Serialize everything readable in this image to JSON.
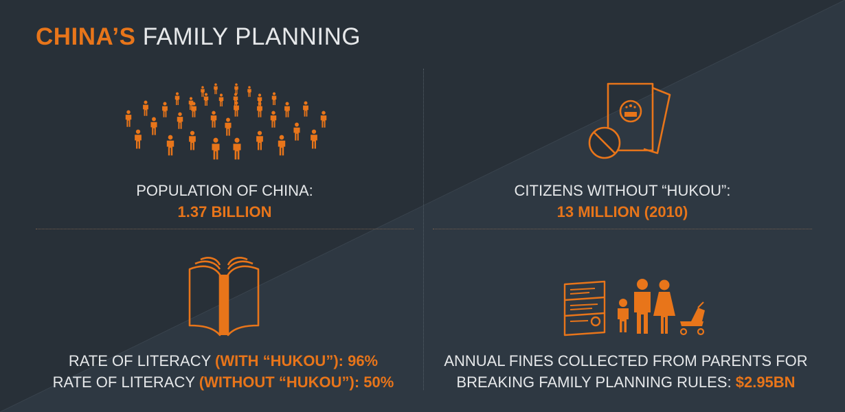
{
  "header": {
    "title_accent": "CHINA’S",
    "title_rest": "FAMILY PLANNING"
  },
  "colors": {
    "accent": "#e8751a",
    "background": "#283038",
    "text": "#e6e8ea"
  },
  "stats": {
    "population": {
      "icon": "crowd-icon",
      "label": "POPULATION OF CHINA:",
      "value": "1.37 BILLION"
    },
    "hukou": {
      "icon": "passport-no-icon",
      "label": "CITIZENS WITHOUT “HUKOU”:",
      "value": "13 MILLION (2010)"
    },
    "literacy": {
      "icon": "book-icon",
      "line1_label": "RATE OF LITERACY",
      "line1_highlight": "(WITH “HUKOU”): 96%",
      "line2_label": "RATE OF LITERACY",
      "line2_highlight": "(WITHOUT “HUKOU”)",
      "line2_value": ": 50%"
    },
    "fines": {
      "icon": "family-fine-icon",
      "line1": "ANNUAL FINES COLLECTED FROM PARENTS FOR",
      "line2_label": "BREAKING FAMILY PLANNING RULES:",
      "line2_value": "$2.95BN"
    }
  }
}
